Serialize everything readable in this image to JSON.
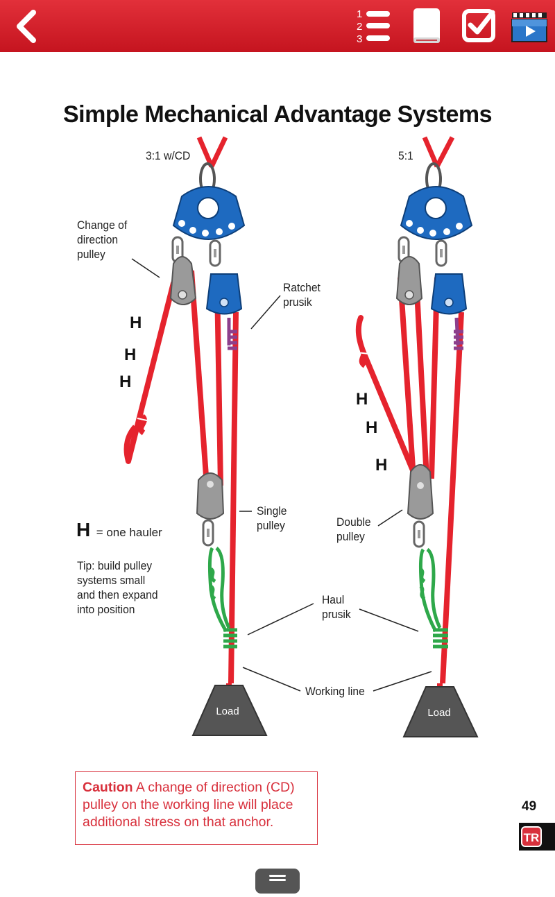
{
  "toolbar": {
    "back_icon": "chevron-left-icon",
    "contents_numbers": [
      "1",
      "2",
      "3"
    ],
    "icons": [
      "numbered-list-icon",
      "book-icon",
      "checkbox-icon",
      "video-icon"
    ]
  },
  "page": {
    "title": "Simple Mechanical Advantage Systems",
    "number": "49",
    "badge": "TR"
  },
  "diagram": {
    "left_system_label": "3:1 w/CD",
    "right_system_label": "5:1",
    "change_of_direction_label": [
      "Change of",
      "direction",
      "pulley"
    ],
    "ratchet_prusik_label": [
      "Ratchet",
      "prusik"
    ],
    "single_pulley_label": [
      "Single",
      "pulley"
    ],
    "double_pulley_label": [
      "Double",
      "pulley"
    ],
    "haul_prusik_label": [
      "Haul",
      "prusik"
    ],
    "working_line_label": "Working line",
    "load_label": "Load",
    "hauler_symbol": "H",
    "legend_text": "= one hauler",
    "tip_lines": [
      "Tip: build pulley",
      "systems small",
      "and then expand",
      "into position"
    ]
  },
  "caution": {
    "heading": "Caution",
    "text": "A change of direction (CD) pulley on the working line will place additional stress on that anchor."
  },
  "colors": {
    "toolbar": "#d21f2a",
    "rope": "#e5232d",
    "plate": "#1e6ac0",
    "pulley": "#9a9a9a",
    "prusik_haul": "#2ea84a",
    "prusik_ratchet": "#8d3f8c",
    "load": "#555555",
    "caution": "#d8303c"
  }
}
